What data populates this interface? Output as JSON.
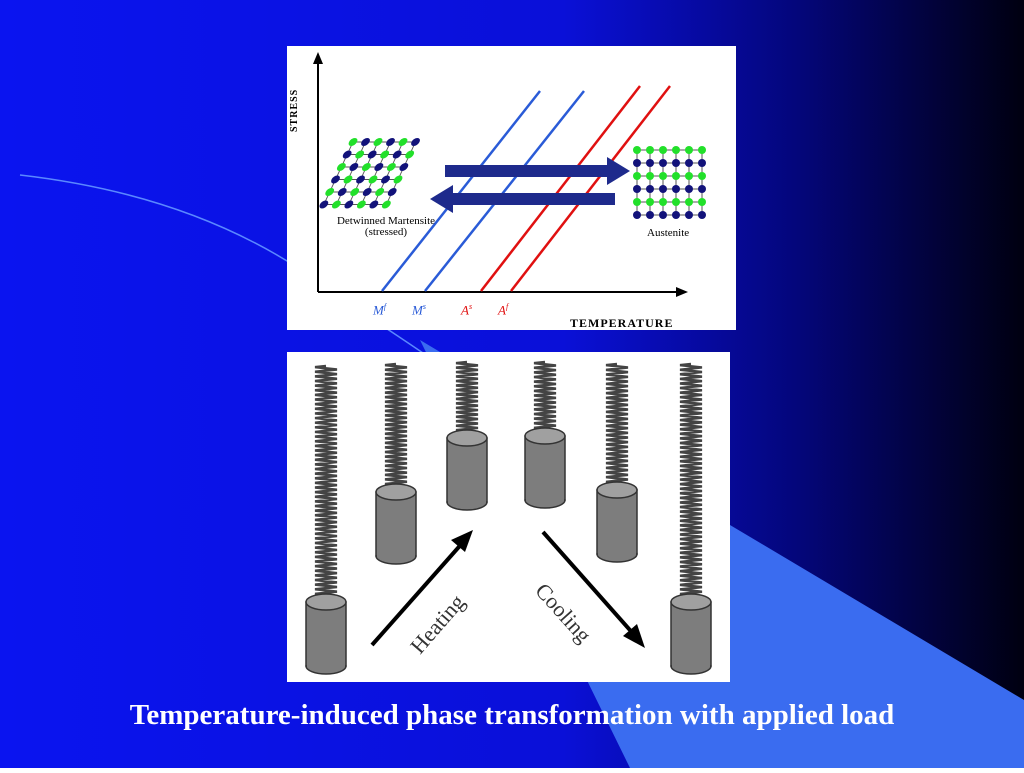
{
  "caption": "Temperature-induced phase transformation with applied load",
  "diagram": {
    "y_axis_label": "STRESS",
    "x_axis_label": "TEMPERATURE",
    "left_phase_line1": "Detwinned Martensite",
    "left_phase_line2": "(stressed)",
    "right_phase": "Austenite",
    "temperature_marks": [
      {
        "base": "M",
        "sup": "f",
        "color": "#2a5bd7"
      },
      {
        "base": "M",
        "sup": "s",
        "color": "#2a5bd7"
      },
      {
        "base": "A",
        "sup": "s",
        "color": "#e01010"
      },
      {
        "base": "A",
        "sup": "f",
        "color": "#e01010"
      }
    ],
    "line_colors": {
      "martensite": "#2a5bd7",
      "austenite": "#e01010"
    },
    "arrow_color": "#1e2a8c"
  },
  "springs": {
    "heating_label": "Heating",
    "cooling_label": "Cooling"
  },
  "background": {
    "primary": "#0a14f0",
    "dark": "#000020",
    "accent": "#3a6cf0"
  }
}
